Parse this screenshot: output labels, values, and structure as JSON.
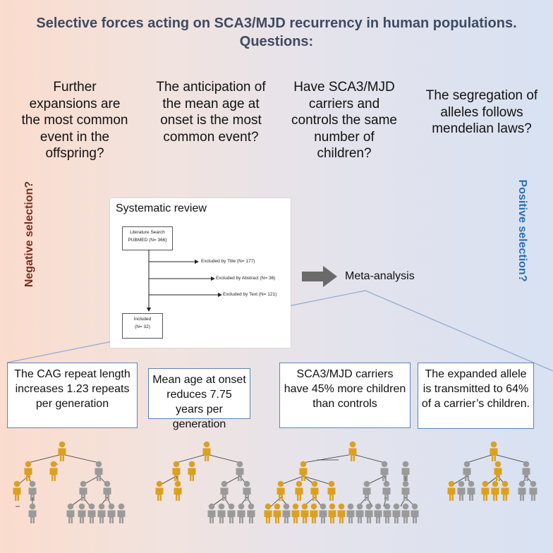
{
  "title": {
    "line1": "Selective forces acting on SCA3/MJD recurrency in human populations.",
    "line2": "Questions:"
  },
  "questions": [
    "Further expansions are the most common event in the offspring?",
    "The anticipation of the mean age at onset is the most common event?",
    "Have SCA3/MJD carriers and controls the same number of children?",
    "The segregation of alleles follows mendelian laws?"
  ],
  "side_labels": {
    "negative": "Negative selection?",
    "positive": "Positive selection?"
  },
  "review": {
    "title": "Systematic review",
    "search_line1": "Literature Search",
    "search_line2": "PUBMED (N= 366)",
    "excluded_title": "Excluded by Title (N= 177)",
    "excluded_abstract": "Excluded by Abstract (N= 36)",
    "excluded_text": "Excluded by Text (N= 121)",
    "included_line1": "Included",
    "included_line2": "(N= 32)"
  },
  "meta_analysis": "Meta-analysis",
  "results": [
    "The CAG repeat length increases 1.23 repeats per generation",
    "Mean age at onset reduces 7.75 years per generation",
    "SCA3/MJD carriers have 45% more children than controls",
    "The expanded allele is transmitted to 64% of a carrier’s children."
  ],
  "colors": {
    "carrier": "#dca021",
    "non_carrier": "#9a9a9a",
    "title": "#3f4a63",
    "negative": "#7a2e1e",
    "positive": "#2a6fb5",
    "result_border": "#5b83b8",
    "arrow": "#6a6a6a"
  },
  "icons": {
    "person": "person-icon",
    "arrow": "right-arrow-icon"
  }
}
